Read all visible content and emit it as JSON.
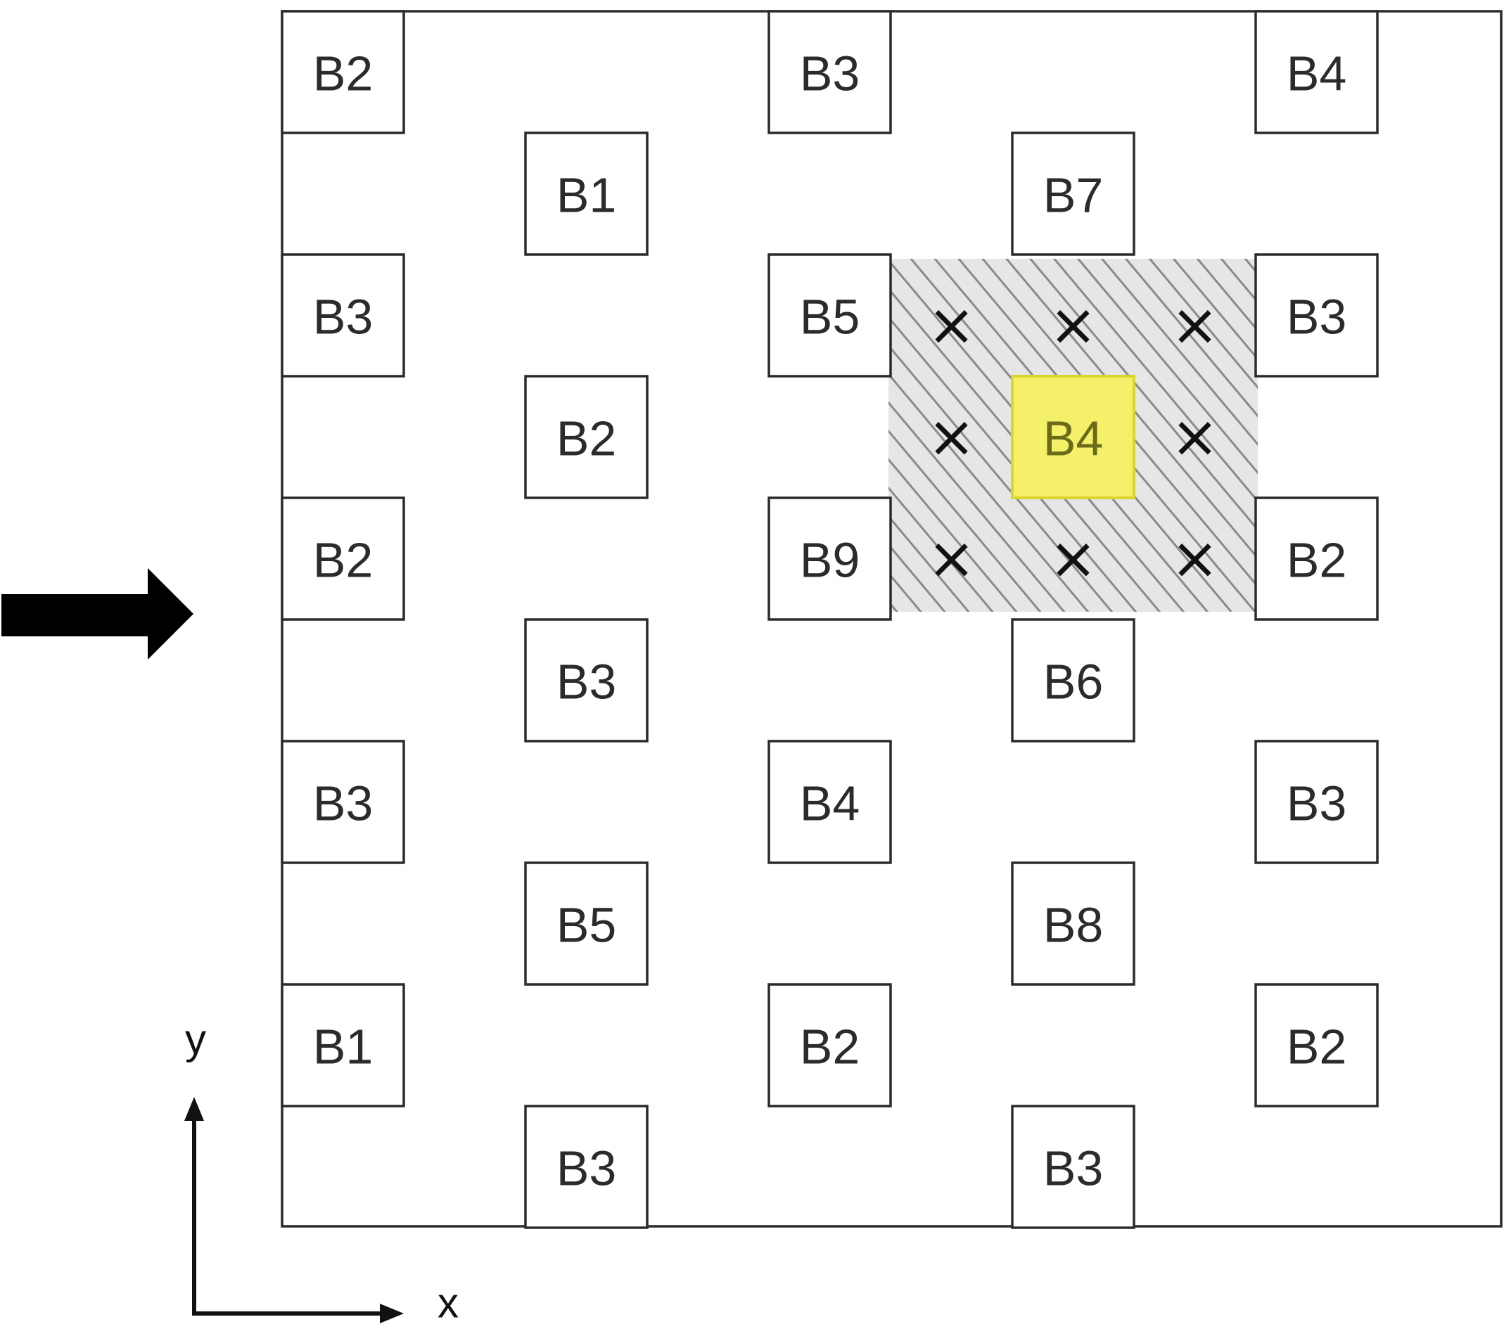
{
  "axes": {
    "x_label": "x",
    "y_label": "y"
  },
  "mark_symbol": "×",
  "colors": {
    "highlight_fill": "#f4f06a",
    "hatch_line": "#8a8a8a",
    "hatch_background": "#e6e6e6"
  },
  "grid": {
    "columns": 5,
    "rows": 10
  },
  "blocks": [
    {
      "label": "B2",
      "col": 0,
      "row": 0
    },
    {
      "label": "B3",
      "col": 2,
      "row": 0
    },
    {
      "label": "B4",
      "col": 4,
      "row": 0
    },
    {
      "label": "B1",
      "col": 1,
      "row": 1
    },
    {
      "label": "B7",
      "col": 3,
      "row": 1
    },
    {
      "label": "B3",
      "col": 0,
      "row": 2
    },
    {
      "label": "B5",
      "col": 2,
      "row": 2
    },
    {
      "label": "B3",
      "col": 4,
      "row": 2
    },
    {
      "label": "B2",
      "col": 1,
      "row": 3
    },
    {
      "label": "B4",
      "col": 3,
      "row": 3,
      "highlight": true
    },
    {
      "label": "B2",
      "col": 0,
      "row": 4
    },
    {
      "label": "B9",
      "col": 2,
      "row": 4
    },
    {
      "label": "B2",
      "col": 4,
      "row": 4
    },
    {
      "label": "B3",
      "col": 1,
      "row": 5
    },
    {
      "label": "B6",
      "col": 3,
      "row": 5
    },
    {
      "label": "B3",
      "col": 0,
      "row": 6
    },
    {
      "label": "B4",
      "col": 2,
      "row": 6
    },
    {
      "label": "B3",
      "col": 4,
      "row": 6
    },
    {
      "label": "B5",
      "col": 1,
      "row": 7
    },
    {
      "label": "B8",
      "col": 3,
      "row": 7
    },
    {
      "label": "B1",
      "col": 0,
      "row": 8
    },
    {
      "label": "B2",
      "col": 2,
      "row": 8
    },
    {
      "label": "B2",
      "col": 4,
      "row": 8
    },
    {
      "label": "B3",
      "col": 1,
      "row": 9
    },
    {
      "label": "B3",
      "col": 3,
      "row": 9
    }
  ],
  "shaded_region": {
    "col_start": 2,
    "col_end": 4,
    "row_start": 2,
    "row_end": 4
  },
  "marks": [
    {
      "col": 2.5,
      "row": 2
    },
    {
      "col": 3,
      "row": 2
    },
    {
      "col": 3.5,
      "row": 2
    },
    {
      "col": 2.5,
      "row": 3
    },
    {
      "col": 3.5,
      "row": 3
    },
    {
      "col": 2.5,
      "row": 4
    },
    {
      "col": 3,
      "row": 4
    },
    {
      "col": 3.5,
      "row": 4
    }
  ]
}
